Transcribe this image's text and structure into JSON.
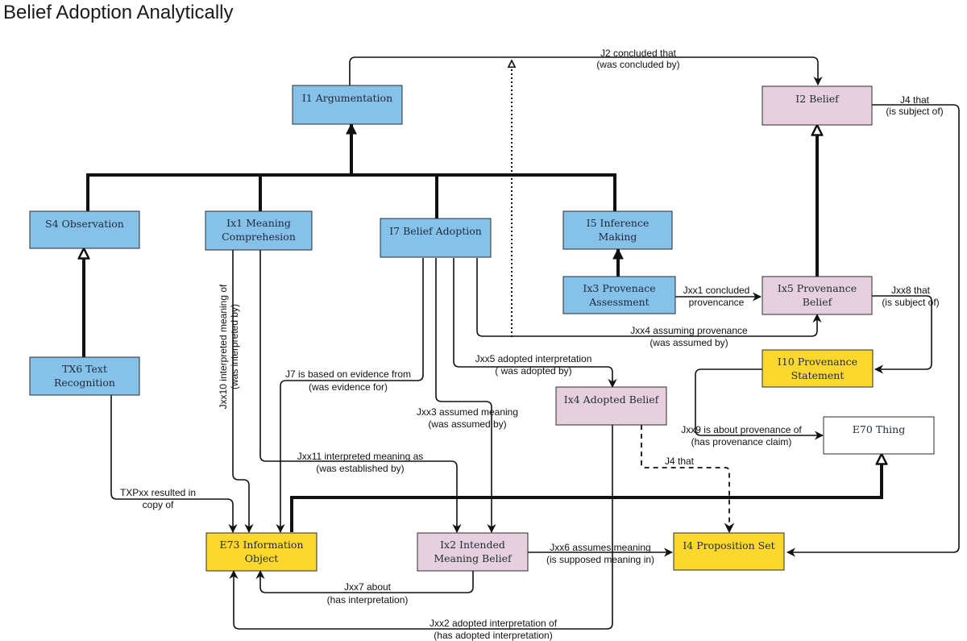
{
  "title": "Belief Adoption Analytically",
  "colors": {
    "blue": "#85c1e9",
    "pink": "#e6d0de",
    "yellow": "#fcd82f",
    "white": "#ffffff"
  },
  "nodes": [
    {
      "id": "I1",
      "lines": [
        "I1 Argumentation"
      ],
      "color": "blue"
    },
    {
      "id": "I2",
      "lines": [
        "I2 Belief"
      ],
      "color": "pink"
    },
    {
      "id": "S4",
      "lines": [
        "S4 Observation"
      ],
      "color": "blue"
    },
    {
      "id": "Ix1",
      "lines": [
        "Ix1 Meaning",
        "Comprehesion"
      ],
      "color": "blue"
    },
    {
      "id": "I7",
      "lines": [
        "I7 Belief Adoption"
      ],
      "color": "blue"
    },
    {
      "id": "I5",
      "lines": [
        "I5 Inference",
        "Making"
      ],
      "color": "blue"
    },
    {
      "id": "Ix3",
      "lines": [
        "Ix3 Provenace",
        "Assessment"
      ],
      "color": "blue"
    },
    {
      "id": "Ix5",
      "lines": [
        "Ix5 Provenance",
        "Belief"
      ],
      "color": "pink"
    },
    {
      "id": "TX6",
      "lines": [
        "TX6 Text",
        "Recognition"
      ],
      "color": "blue"
    },
    {
      "id": "I10",
      "lines": [
        "I10 Provenance",
        "Statement"
      ],
      "color": "yellow"
    },
    {
      "id": "Ix4",
      "lines": [
        "Ix4 Adopted Belief"
      ],
      "color": "pink"
    },
    {
      "id": "E70",
      "lines": [
        "E70 Thing"
      ],
      "color": "white"
    },
    {
      "id": "E73",
      "lines": [
        "E73 Information",
        "Object"
      ],
      "color": "yellow"
    },
    {
      "id": "Ix2",
      "lines": [
        "Ix2 Intended",
        "Meaning Belief"
      ],
      "color": "pink"
    },
    {
      "id": "I4",
      "lines": [
        "I4 Proposition Set"
      ],
      "color": "yellow"
    }
  ],
  "edge_labels": [
    {
      "id": "J2",
      "lines": [
        "J2 concluded that",
        "(was concluded by)"
      ]
    },
    {
      "id": "J4a",
      "lines": [
        "J4 that",
        "(is subject of)"
      ]
    },
    {
      "id": "Jxx1",
      "lines": [
        "Jxx1 concluded",
        "provencance"
      ]
    },
    {
      "id": "Jxx8",
      "lines": [
        "Jxx8 that",
        "(is subject of)"
      ]
    },
    {
      "id": "Jxx4",
      "lines": [
        "Jxx4 assuming provenance",
        "(was assumed by)"
      ]
    },
    {
      "id": "Jxx5",
      "lines": [
        "Jxx5 adopted interpretation",
        "( was adopted by)"
      ]
    },
    {
      "id": "J7",
      "lines": [
        "J7 is based on evidence from",
        "(was evidence for)"
      ]
    },
    {
      "id": "Jxx10",
      "lines": [
        "Jxx10 interpreted meaning of",
        "(was interpreted by)"
      ]
    },
    {
      "id": "Jxx3",
      "lines": [
        "Jxx3 assumed meaning",
        "(was assumed by)"
      ]
    },
    {
      "id": "Jxx9",
      "lines": [
        "Jxx9 is about provenance of",
        "(has provenance claim)"
      ]
    },
    {
      "id": "Jxx11",
      "lines": [
        "Jxx11 interpreted  meaning as",
        "(was established by)"
      ]
    },
    {
      "id": "J4b",
      "lines": [
        "J4 that"
      ]
    },
    {
      "id": "TXPxx",
      "lines": [
        "TXPxx resulted in",
        "copy of"
      ]
    },
    {
      "id": "Jxx6",
      "lines": [
        "Jxx6 assumes meaning",
        "(is supposed meaning in)"
      ]
    },
    {
      "id": "Jxx7",
      "lines": [
        "Jxx7 about",
        "(has interpretation)"
      ]
    },
    {
      "id": "Jxx2",
      "lines": [
        "Jxx2 adopted interpretation of",
        "(has adopted interpretation)"
      ]
    }
  ]
}
